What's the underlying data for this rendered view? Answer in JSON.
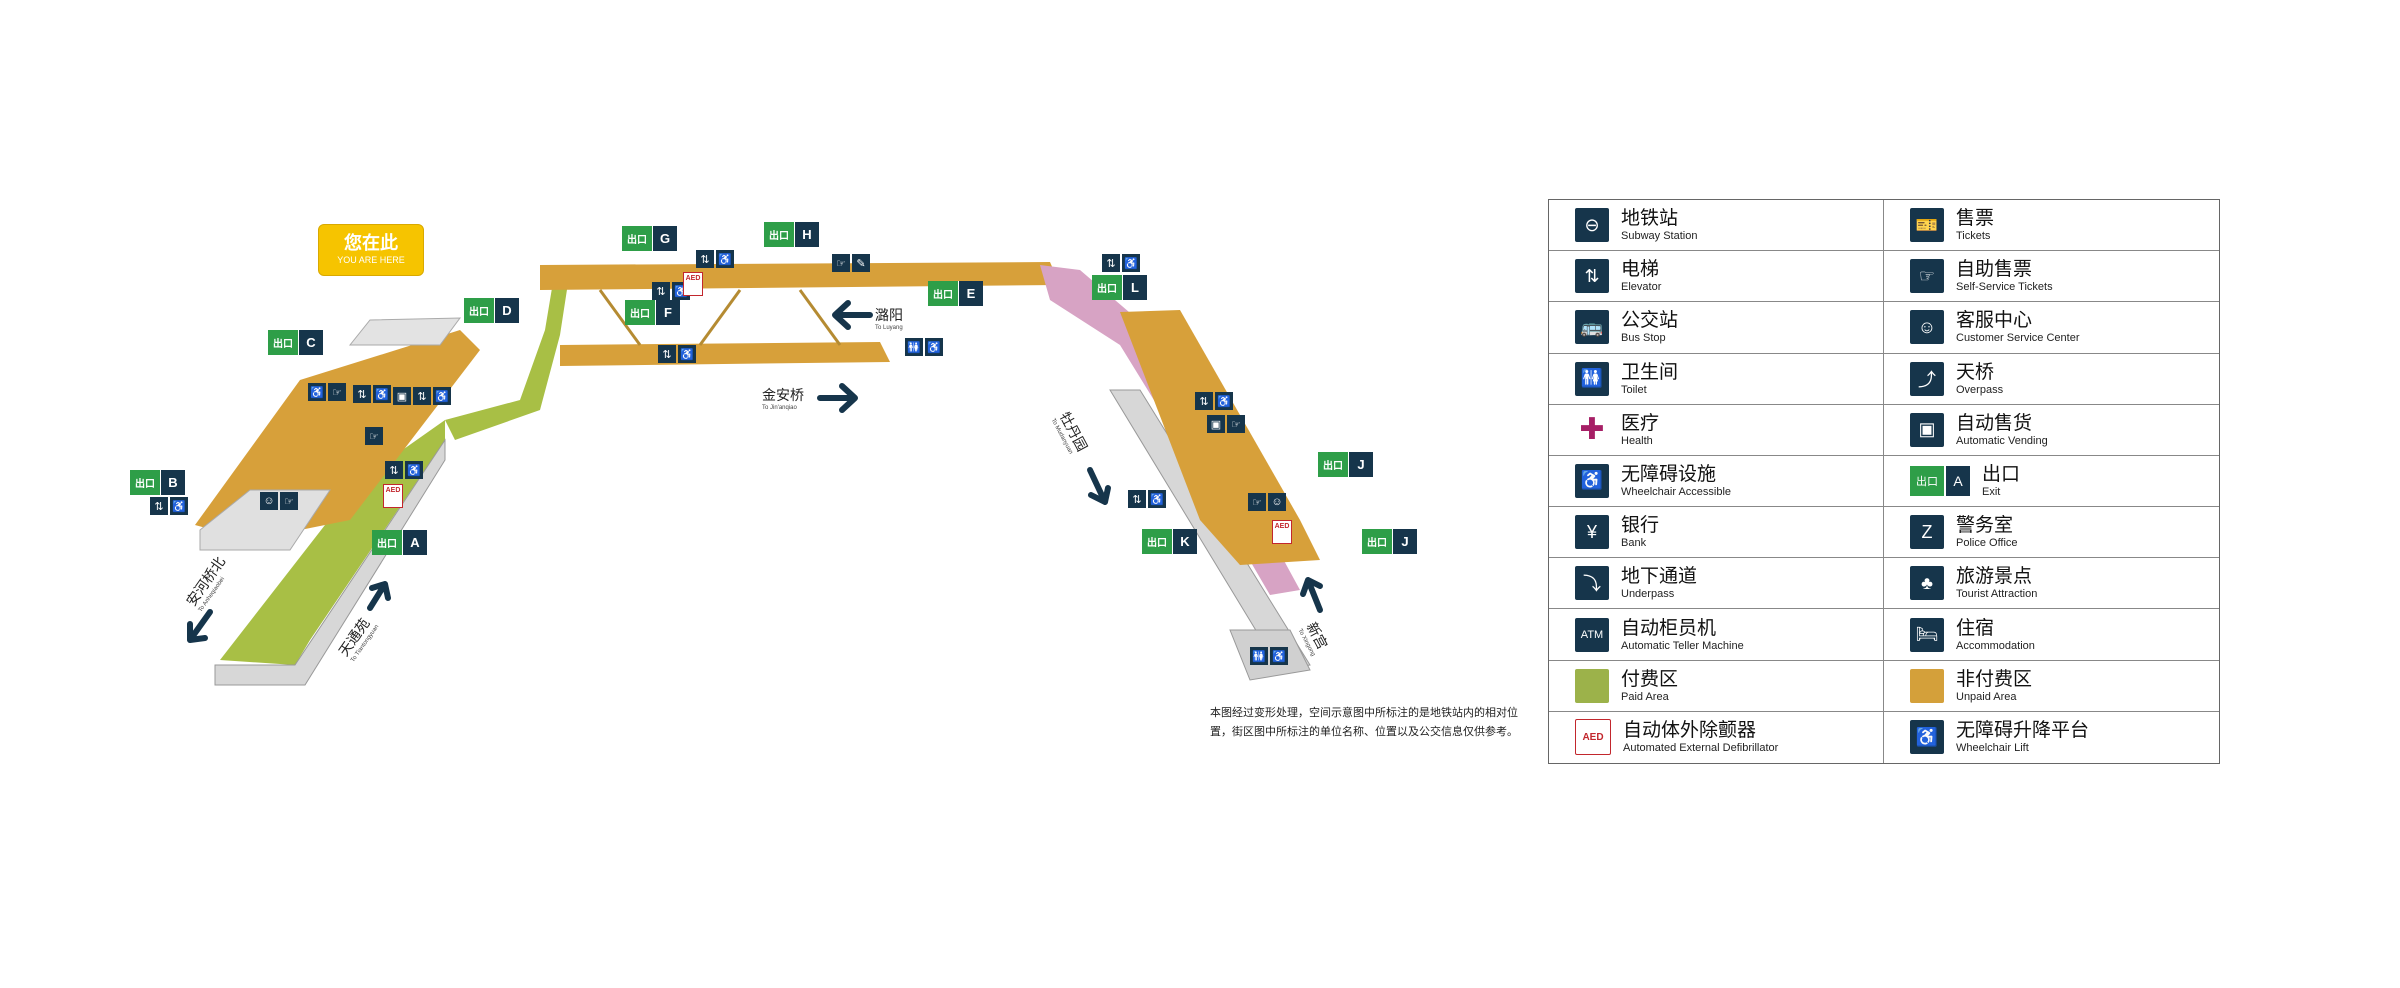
{
  "you_are_here": {
    "cn": "您在此",
    "en": "YOU ARE HERE"
  },
  "exits": [
    {
      "id": "exit-a",
      "letter": "A"
    },
    {
      "id": "exit-b",
      "letter": "B"
    },
    {
      "id": "exit-c",
      "letter": "C"
    },
    {
      "id": "exit-d",
      "letter": "D"
    },
    {
      "id": "exit-e",
      "letter": "E"
    },
    {
      "id": "exit-f",
      "letter": "F"
    },
    {
      "id": "exit-g",
      "letter": "G"
    },
    {
      "id": "exit-h",
      "letter": "H"
    },
    {
      "id": "exit-j1",
      "letter": "J"
    },
    {
      "id": "exit-j2",
      "letter": "J"
    },
    {
      "id": "exit-k",
      "letter": "K"
    },
    {
      "id": "exit-l",
      "letter": "L"
    }
  ],
  "exit_word": "出口",
  "directions": {
    "luyang": {
      "cn": "潞阳",
      "en": "To Luyang"
    },
    "jinanqiao": {
      "cn": "金安桥",
      "en": "To Jin'anqiao"
    },
    "anheqiaobei": {
      "cn": "安河桥北",
      "en": "To Anheqiaobei"
    },
    "tiantongyuan": {
      "cn": "天通苑",
      "en": "To Tiantongyuan"
    },
    "mudanyuan": {
      "cn": "牡丹园",
      "en": "To Mudanyuan"
    },
    "xingong": {
      "cn": "新宫",
      "en": "To Xingong"
    }
  },
  "aed_label": "AED",
  "note": "本图经过变形处理，空间示意图中所标注的是地铁站内的相对位置，街区图中所标注的单位名称、位置以及公交信息仅供参考。",
  "colors": {
    "paid_area": "#9cb24a",
    "unpaid_area": "#d4a03a",
    "transfer": "#d7a3c4",
    "sign_bg": "#16354b",
    "exit_green": "#2e9e48"
  },
  "legend": [
    {
      "icon": "subway-icon",
      "glyph": "⊖",
      "cn": "地铁站",
      "en": "Subway Station"
    },
    {
      "icon": "tickets-icon",
      "glyph": "🎫",
      "cn": "售票",
      "en": "Tickets"
    },
    {
      "icon": "elevator-icon",
      "glyph": "⇅",
      "cn": "电梯",
      "en": "Elevator"
    },
    {
      "icon": "self-service-tickets-icon",
      "glyph": "☞",
      "cn": "自助售票",
      "en": "Self-Service Tickets"
    },
    {
      "icon": "bus-icon",
      "glyph": "🚌",
      "cn": "公交站",
      "en": "Bus Stop"
    },
    {
      "icon": "customer-service-icon",
      "glyph": "☺",
      "cn": "客服中心",
      "en": "Customer Service Center"
    },
    {
      "icon": "toilet-icon",
      "glyph": "🚻",
      "cn": "卫生间",
      "en": "Toilet"
    },
    {
      "icon": "overpass-icon",
      "glyph": "⤴",
      "cn": "天桥",
      "en": "Overpass"
    },
    {
      "icon": "health-icon",
      "glyph": "✚",
      "cn": "医疗",
      "en": "Health"
    },
    {
      "icon": "vending-icon",
      "glyph": "▣",
      "cn": "自动售货",
      "en": "Automatic Vending"
    },
    {
      "icon": "wheelchair-icon",
      "glyph": "♿",
      "cn": "无障碍设施",
      "en": "Wheelchair Accessible"
    },
    {
      "icon": "exit-icon",
      "glyph": "",
      "cn": "出口",
      "en": "Exit",
      "letter": "A"
    },
    {
      "icon": "bank-icon",
      "glyph": "¥",
      "cn": "银行",
      "en": "Bank"
    },
    {
      "icon": "police-icon",
      "glyph": "Z",
      "cn": "警务室",
      "en": "Police Office"
    },
    {
      "icon": "underpass-icon",
      "glyph": "⤵",
      "cn": "地下通道",
      "en": "Underpass"
    },
    {
      "icon": "tourist-icon",
      "glyph": "♣",
      "cn": "旅游景点",
      "en": "Tourist Attraction"
    },
    {
      "icon": "atm-icon",
      "glyph": "ATM",
      "cn": "自动柜员机",
      "en": "Automatic Teller Machine"
    },
    {
      "icon": "accommodation-icon",
      "glyph": "🛏",
      "cn": "住宿",
      "en": "Accommodation"
    },
    {
      "icon": "paid-area-icon",
      "glyph": "",
      "cn": "付费区",
      "en": "Paid Area"
    },
    {
      "icon": "unpaid-area-icon",
      "glyph": "",
      "cn": "非付费区",
      "en": "Unpaid Area"
    },
    {
      "icon": "aed-icon",
      "glyph": "AED",
      "cn": "自动体外除颤器",
      "en": "Automated External Defibrillator"
    },
    {
      "icon": "wheelchair-lift-icon",
      "glyph": "♿",
      "cn": "无障碍升降平台",
      "en": "Wheelchair Lift"
    }
  ]
}
